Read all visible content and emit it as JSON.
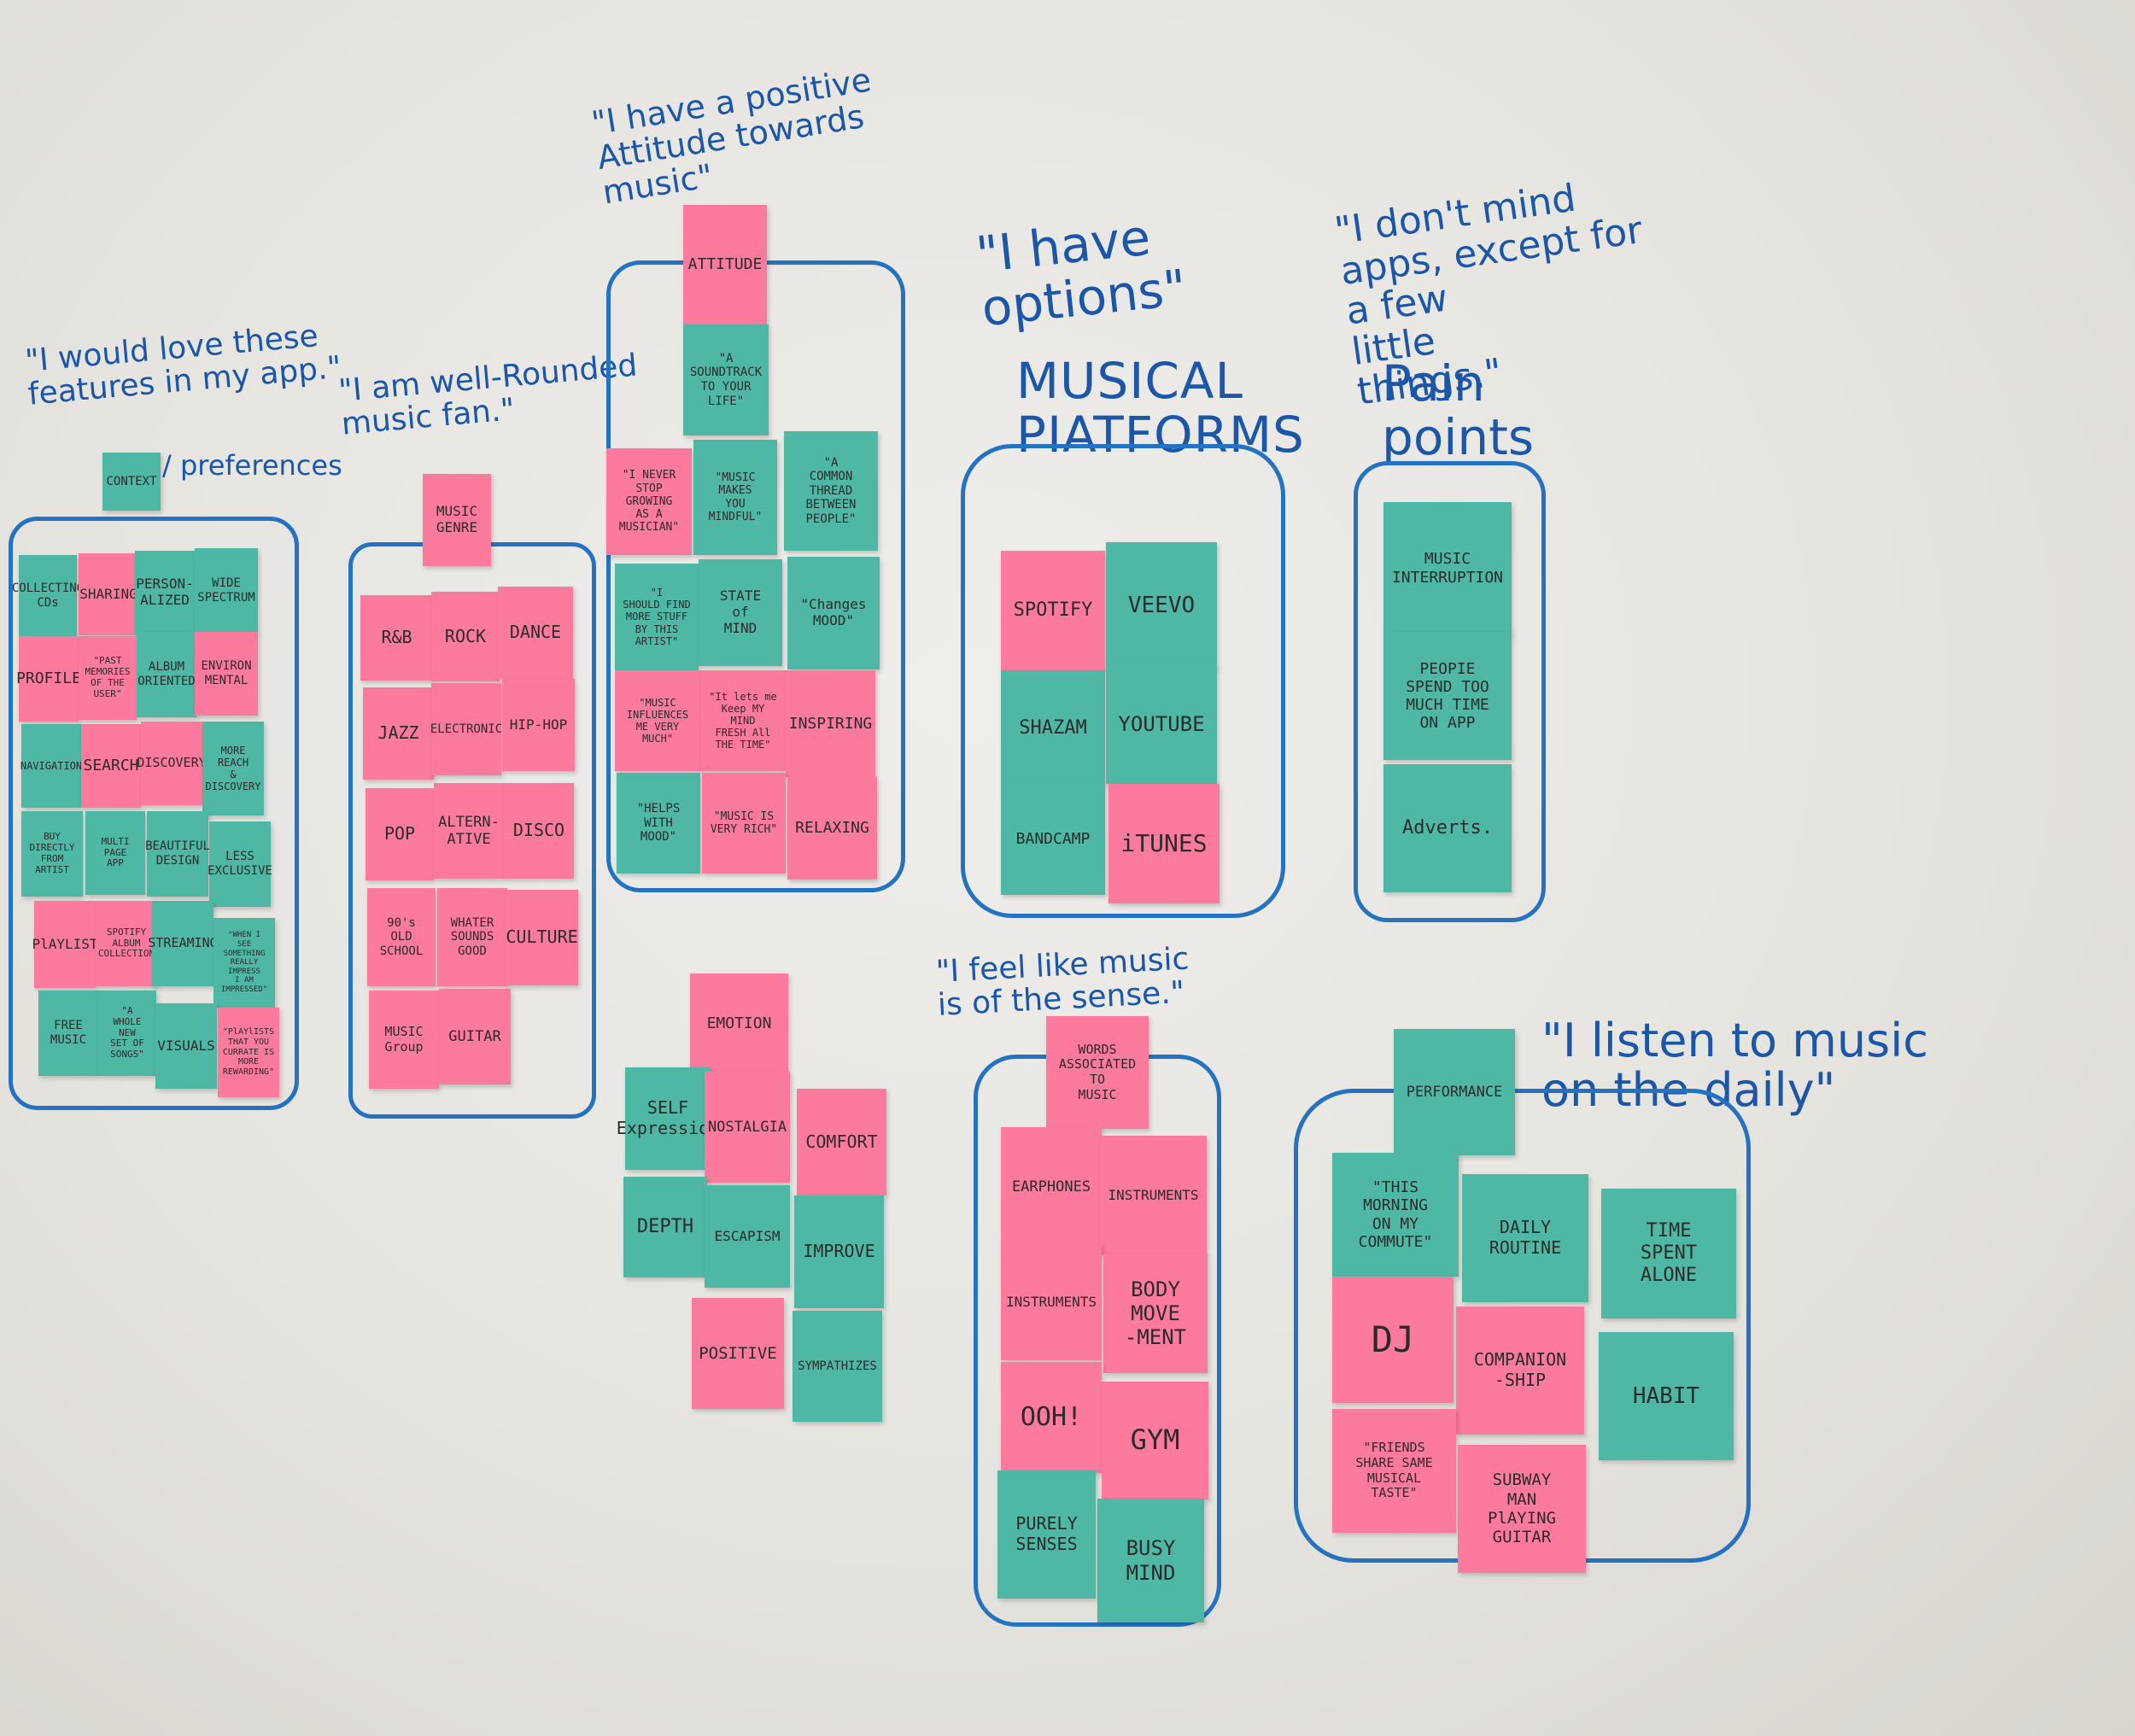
{
  "headings": {
    "c1_quote": "\"I would love these\nfeatures in my app.\"",
    "c1_tail": "/ preferences",
    "c2_quote": "\"I am well-Rounded\nmusic fan.\"",
    "c3_quote": "\"I have a positive\nAttitude towards\nmusic\"",
    "c4_quote": "\"I have\noptions\"",
    "c4_title": "MUSICAL\nPIATFORMS",
    "c5_quote": "\"I don't mind\napps, except for\na few\nlittle\nthings.\"",
    "c5_title": "Pain\npoints",
    "c6_quote": "\"I feel like music\nis of the sense.\"",
    "c7_quote": "\"I listen to music\non the daily\""
  },
  "notes": {
    "context": "CONTEXT",
    "collecting": "COLLECTING\nCDs",
    "sharing": "SHARING",
    "personalized": "PERSON-\nALIZED",
    "widespectrum": "WIDE\nSPECTRUM",
    "profile": "PROFILE",
    "pastmemories": "\"PAST MEMORIES\nOF THE\nUSER\"",
    "albumoriented": "ALBUM\nORIENTED",
    "environmental": "ENVIRON\nMENTAL",
    "navigation": "NAVIGATION",
    "search": "SEARCH",
    "discovery": "DISCOVERY",
    "morereach": "MORE\nREACH\n&\nDISCOVERY",
    "buydirectly": "BUY DIRECTLY\nFROM\nARTIST",
    "multipage": "MULTI PAGE\nAPP",
    "beautiful": "BEAUTIFUL\nDESIGN",
    "lessexclusive": "LESS\nEXCLUSIVE",
    "playlist": "PlAYLIST",
    "spotifyalbum": "SPOTIFY\nALBUM\nCOLLECTION",
    "streaming": "STREAMING",
    "wheniseesomething": "\"WHEN I SEE\nSOMETHING\nREALLY IMPRESS\nI AM IMPRESSED\"",
    "freemusic": "FREE\nMUSIC",
    "wholenewset": "\"A\nWHOLE NEW\nSET OF SONGS\"",
    "visuals": "VISUALS",
    "playlists": "\"PlAYlISTS\nTHAT YOU\nCURRATE IS\nMORE REWARDING\"",
    "musicgenre": "MUSIC\nGENRE",
    "rnb": "R&B",
    "rock": "ROCK",
    "dance": "DANCE",
    "jazz": "JAZZ",
    "electronic": "ELECTRONIC",
    "hiphop": "HIP-HOP",
    "pop": "POP",
    "alternative": "ALTERN-\nATIVE",
    "disco": "DISCO",
    "oldschool": "90's\nOLD SCHOOL",
    "whatersounds": "WHATER\nSOUNDS\nGOOD",
    "culture": "CULTURE",
    "musicgroup": "MUSIC\nGroup",
    "guitar": "GUITAR",
    "attitude": "ATTITUDE",
    "soundtrack": "\"A\nSOUNDTRACK\nTO YOUR\nLIFE\"",
    "neverstop": "\"I NEVER\nSTOP GROWING\nAS A\nMUSICIAN\"",
    "mindful": "\"MUSIC MAKES\nYOU\nMINDFUL\"",
    "commonthread": "\"A\nCOMMON\nTHREAD\nBETWEEN\nPEOPLE\"",
    "findmore": "\"I\nSHOULD FIND\nMORE STUFF\nBY THIS ARTIST\"",
    "stateofmind": "STATE\nof\nMIND",
    "changesmood": "\"Changes\nMOOD\"",
    "influence": "\"MUSIC INFLUENCES\nME VERY\nMUCH\"",
    "keepmind": "\"It lets me\nKeep MY MIND\nFRESH All\nTHE TIME\"",
    "inspiring": "INSPIRING",
    "helpsmood": "\"HELPS\nWITH\nMOOD\"",
    "veryrich": "\"MUSIC IS\nVERY RICH\"",
    "relaxing": "RELAXING",
    "spotify": "SPOTIFY",
    "veevo": "VEEVO",
    "shazam": "SHAZAM",
    "youtube": "YOUTUBE",
    "bandcamp": "BANDCAMP",
    "itunes": "iTUNES",
    "interruption": "MUSIC\nINTERRUPTION",
    "peoplespend": "PEOPIE\nSPEND TOO\nMUCH TIME\nON APP",
    "adverts": "Adverts.",
    "emotion": "EMOTION",
    "selfexpression": "SELF\nExpression",
    "nostalgia": "NOSTALGIA",
    "comfort": "COMFORT",
    "depth": "DEPTH",
    "escapism": "ESCAPISM",
    "improve": "IMPROVE",
    "positive": "POSITIVE",
    "sympathizes": "SYMPATHIZES",
    "words": "WORDS\nASSOCIATED\nTO\nMUSIC",
    "earphones": "EARPHONES",
    "instruments1": "INSTRUMENTS",
    "instruments2": "INSTRUMENTS",
    "bodymove": "BODY\nMOVE\n-MENT",
    "ooh": "OOH!",
    "gym": "GYM",
    "purely": "PURELY\nSENSES",
    "busymind": "BUSY\nMIND",
    "performance": "PERFORMANCE",
    "thismorning": "\"THIS\nMORNING\nON MY\nCOMMUTE\"",
    "dailyroutine": "DAILY\nROUTINE",
    "timespent": "TIME\nSPENT\nALONE",
    "dj": "DJ",
    "companionship": "COMPANION\n-SHIP",
    "habit": "HABIT",
    "friends": "\"FRIENDS\nSHARE SAME\nMUSICAL\nTASTE\"",
    "subway": "SUBWAY\nMAN\nPlAYING\nGUITAR"
  },
  "colors": {
    "pink": "#fb7a9e",
    "teal": "#4fb8a4",
    "marker": "#1b56a8",
    "frame": "#2373c2"
  }
}
